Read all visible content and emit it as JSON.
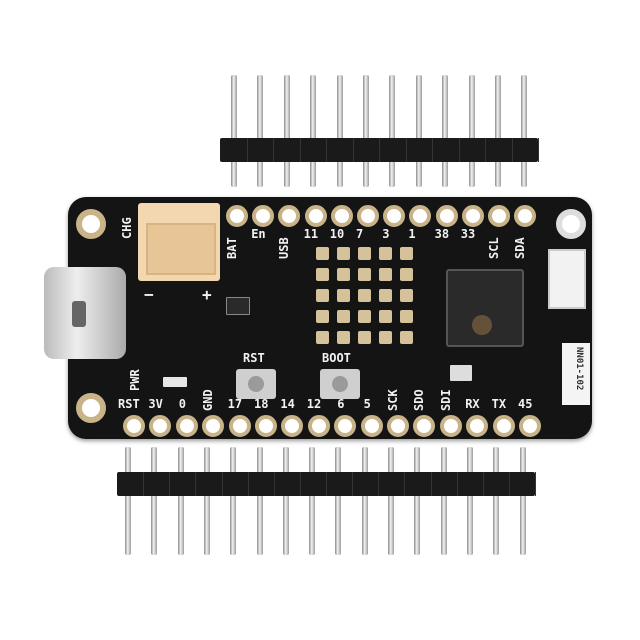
{
  "board": {
    "top_pin_labels": [
      "BAT",
      "En",
      "USB",
      "11",
      "10",
      "7",
      "3",
      "1",
      "38",
      "33",
      "SCL",
      "SDA"
    ],
    "bottom_pin_labels": [
      "RST",
      "3V",
      "0",
      "GND",
      "17",
      "18",
      "14",
      "12",
      "6",
      "5",
      "SCK",
      "SDO",
      "SDI",
      "RX",
      "TX",
      "45"
    ],
    "left_labels": {
      "chg": "CHG",
      "pwr": "PWR",
      "minus": "−",
      "plus": "+"
    },
    "buttons": {
      "rst": "RST",
      "boot": "BOOT"
    },
    "module_label": "NN01-102",
    "colors": {
      "pcb": "#141414",
      "silkscreen": "#f2f2f2",
      "gold": "#c9b48a",
      "connector": "#f3d7b0"
    }
  },
  "headers": {
    "top_pin_count": 12,
    "bottom_pin_count": 16
  }
}
